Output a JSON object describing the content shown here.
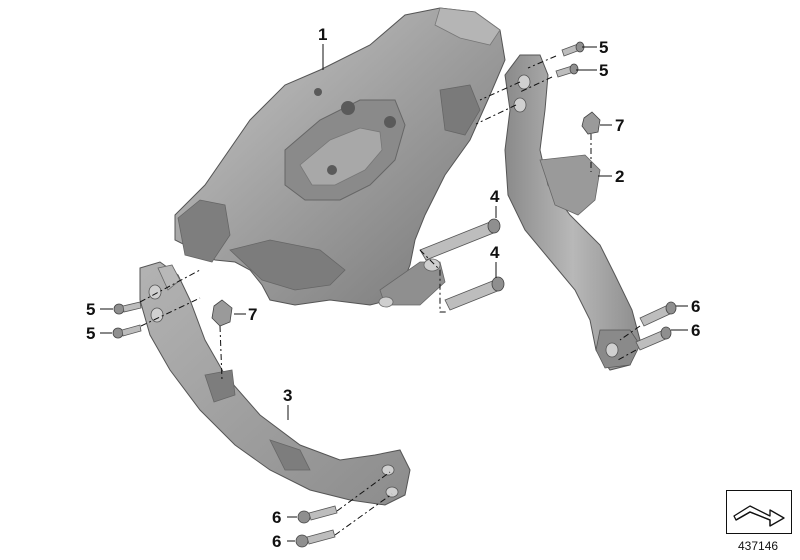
{
  "diagram": {
    "callouts": [
      {
        "label": "1"
      },
      {
        "label": "2"
      },
      {
        "label": "3"
      },
      {
        "label": "4"
      },
      {
        "label": "4"
      },
      {
        "label": "5"
      },
      {
        "label": "5"
      },
      {
        "label": "5"
      },
      {
        "label": "5"
      },
      {
        "label": "6"
      },
      {
        "label": "6"
      },
      {
        "label": "6"
      },
      {
        "label": "6"
      },
      {
        "label": "7"
      },
      {
        "label": "7"
      }
    ],
    "catalog_number": "437146",
    "colors": {
      "part_fill": "#9b9b9b",
      "part_light": "#bdbdbd",
      "part_dark": "#6e6e6e",
      "line": "#111111"
    }
  }
}
